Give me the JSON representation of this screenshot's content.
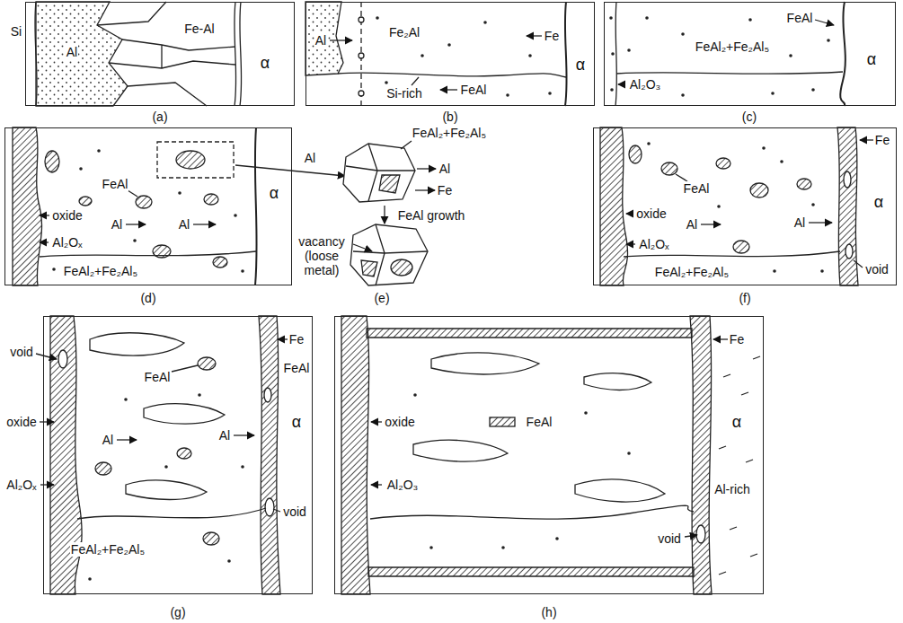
{
  "diagram": {
    "nodes": [
      {
        "text": [
          "Si",
          "Al",
          "Fe-Al",
          "α",
          "(a)"
        ]
      },
      {
        "text": [
          "Al",
          "Fe₂Al",
          "Fe",
          "α",
          "FeAl",
          "Si-rich",
          "(b)"
        ]
      },
      {
        "text": [
          "FeAl",
          "FeAl₂+Fe₂Al₅",
          "Al₂O₃",
          "α",
          "(c)"
        ]
      },
      {
        "text": [
          "oxide",
          "Al₂Oₓ",
          "FeAl",
          "Al",
          "Al",
          "α",
          "FeAl₂+Fe₂Al₅",
          "(d)"
        ]
      },
      {
        "text": [
          "FeAl₂+Fe₂Al₅",
          "Al",
          "Al",
          "Fe",
          "FeAl growth",
          "vacancy (loose metal)",
          "(e)"
        ]
      },
      {
        "text": [
          "Fe",
          "FeAl",
          "oxide",
          "Al",
          "Al",
          "α",
          "Al₂Oₓ",
          "void",
          "FeAl₂+Fe₂Al₅",
          "(f)"
        ]
      },
      {
        "text": [
          "void",
          "FeAl",
          "Fe",
          "FeAl",
          "oxide",
          "Al",
          "Al",
          "α",
          "Al₂Oₓ",
          "void",
          "FeAl₂+Fe₂Al₅",
          "(g)"
        ]
      },
      {
        "text": [
          "Fe",
          "FeAl",
          "oxide",
          "α",
          "Al₂O₃",
          "Al-rich",
          "void",
          "(h)"
        ]
      }
    ]
  }
}
